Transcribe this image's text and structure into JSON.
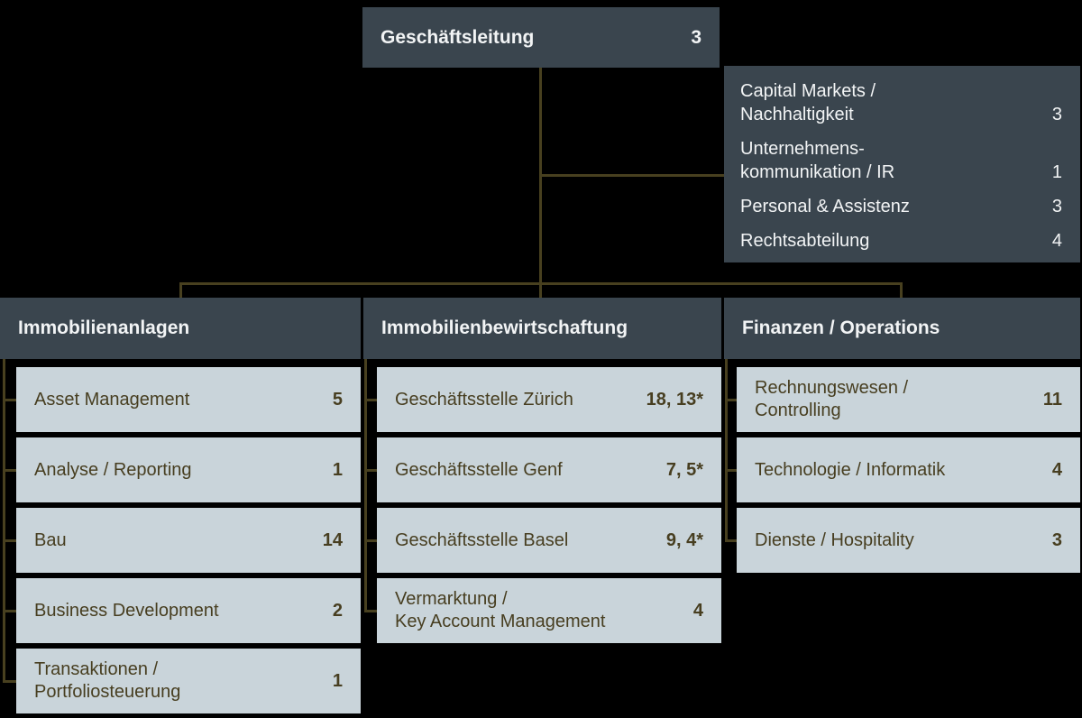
{
  "colors": {
    "background": "#000000",
    "dark_panel": "#3a454e",
    "light_panel": "#c9d4da",
    "connector": "#48401f",
    "panel_text_dark": "#473e20",
    "panel_text_light": "#f2f4f5"
  },
  "root": {
    "label": "Geschäftsleitung",
    "count": "3"
  },
  "staff_box": {
    "items": [
      {
        "label": "Capital Markets /\nNachhaltigkeit",
        "count": "3"
      },
      {
        "label": "Unternehmens-\nkommunikation / IR",
        "count": "1"
      },
      {
        "label": "Personal & Assistenz",
        "count": "3"
      },
      {
        "label": "Rechtsabteilung",
        "count": "4"
      }
    ]
  },
  "columns": [
    {
      "header": "Immobilienanlagen",
      "items": [
        {
          "label": "Asset Management",
          "count": "5"
        },
        {
          "label": "Analyse / Reporting",
          "count": "1"
        },
        {
          "label": "Bau",
          "count": "14"
        },
        {
          "label": "Business Development",
          "count": "2"
        },
        {
          "label": "Transaktionen /\nPortfoliosteuerung",
          "count": "1"
        }
      ]
    },
    {
      "header": "Immobilienbewirtschaftung",
      "items": [
        {
          "label": "Geschäftsstelle Zürich",
          "count": "18, 13*"
        },
        {
          "label": "Geschäftsstelle Genf",
          "count": "7, 5*"
        },
        {
          "label": "Geschäftsstelle Basel",
          "count": "9, 4*"
        },
        {
          "label": "Vermarktung /\nKey Account Management",
          "count": "4"
        }
      ]
    },
    {
      "header": "Finanzen / Operations",
      "items": [
        {
          "label": "Rechnungswesen /\nControlling",
          "count": "11"
        },
        {
          "label": "Technologie / Informatik",
          "count": "4"
        },
        {
          "label": "Dienste / Hospitality",
          "count": "3"
        }
      ]
    }
  ]
}
